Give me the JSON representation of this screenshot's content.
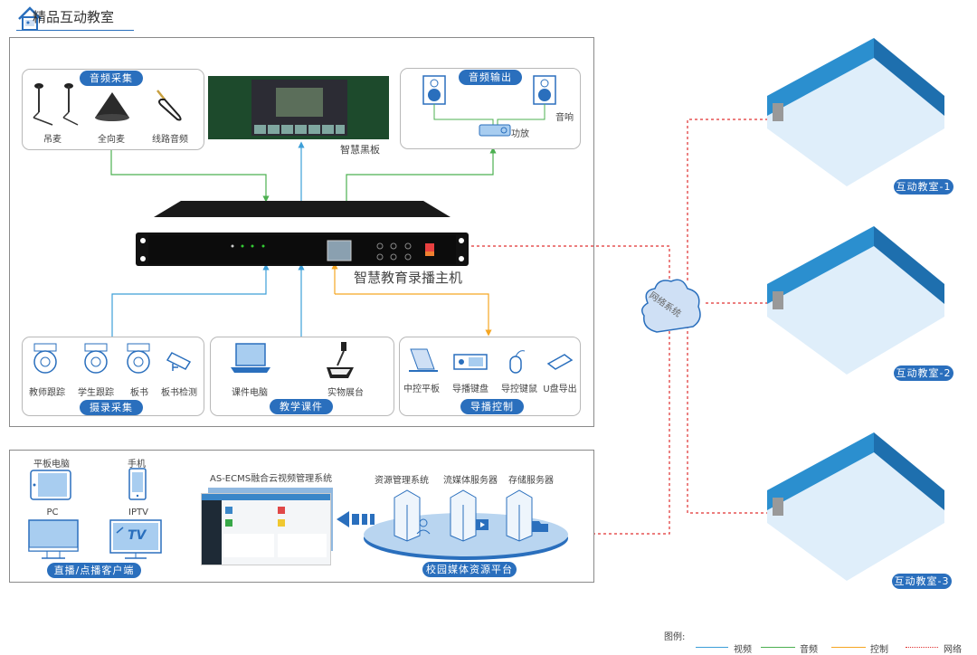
{
  "header": {
    "title": "精品互动教室",
    "logo_icon": "house-classroom-icon"
  },
  "top_section": {
    "audio_capture": {
      "title": "音频采集",
      "items": [
        {
          "label": "吊麦",
          "icon": "hanging-mic-icon"
        },
        {
          "label": "全向麦",
          "icon": "omni-mic-icon"
        },
        {
          "label": "线路音频",
          "icon": "audio-cable-icon"
        }
      ]
    },
    "smart_blackboard": {
      "label": "智慧黑板",
      "icon": "smart-blackboard-icon"
    },
    "audio_output": {
      "title": "音频输出",
      "speaker_label": "音响",
      "amp_label": "功放"
    },
    "recorder": {
      "label": "智慧教育录播主机",
      "icon": "rack-recorder-icon"
    },
    "capture": {
      "title": "摄录采集",
      "items": [
        {
          "label": "教师跟踪",
          "icon": "ptz-camera-icon"
        },
        {
          "label": "学生跟踪",
          "icon": "ptz-camera-icon"
        },
        {
          "label": "板书",
          "icon": "ptz-camera-icon"
        },
        {
          "label": "板书检测",
          "icon": "bullet-camera-icon"
        }
      ]
    },
    "courseware": {
      "title": "教学课件",
      "items": [
        {
          "label": "课件电脑",
          "icon": "laptop-icon"
        },
        {
          "label": "实物展台",
          "icon": "document-camera-icon"
        }
      ]
    },
    "director": {
      "title": "导播控制",
      "items": [
        {
          "label": "中控平板",
          "icon": "tablet-icon"
        },
        {
          "label": "导播键盘",
          "icon": "keyboard-icon"
        },
        {
          "label": "导控键鼠",
          "icon": "mouse-icon"
        },
        {
          "label": "U盘导出",
          "icon": "usb-drive-icon"
        }
      ]
    }
  },
  "bottom_section": {
    "clients": {
      "title": "直播/点播客户端",
      "items": [
        {
          "label": "平板电脑",
          "icon": "tablet-icon"
        },
        {
          "label": "手机",
          "icon": "phone-icon"
        },
        {
          "label": "PC",
          "icon": "monitor-icon"
        },
        {
          "label": "IPTV",
          "icon": "tv-icon"
        }
      ],
      "tv_text": "TV"
    },
    "cms": {
      "label": "AS-ECMS融合云视频管理系统"
    },
    "platform": {
      "title": "校园媒体资源平台",
      "servers": [
        {
          "label": "资源管理系统",
          "icon": "server-user-icon"
        },
        {
          "label": "流媒体服务器",
          "icon": "server-video-icon"
        },
        {
          "label": "存储服务器",
          "icon": "server-folder-icon"
        }
      ]
    }
  },
  "network": {
    "label": "网络系统",
    "icon": "cloud-icon"
  },
  "classrooms": [
    {
      "label": "互动教室-1"
    },
    {
      "label": "互动教室-2"
    },
    {
      "label": "互动教室-3"
    }
  ],
  "legend": {
    "title": "图例:",
    "items": [
      {
        "label": "视频",
        "color": "#3d9fd8",
        "style": "solid"
      },
      {
        "label": "音频",
        "color": "#4cb050",
        "style": "solid"
      },
      {
        "label": "控制",
        "color": "#f5a623",
        "style": "solid"
      },
      {
        "label": "网络",
        "color": "#e03030",
        "style": "dotted"
      }
    ]
  },
  "colors": {
    "brand_blue": "#2a6fbd",
    "video": "#3d9fd8",
    "audio": "#4cb050",
    "control": "#f5a623",
    "network": "#e03030"
  }
}
